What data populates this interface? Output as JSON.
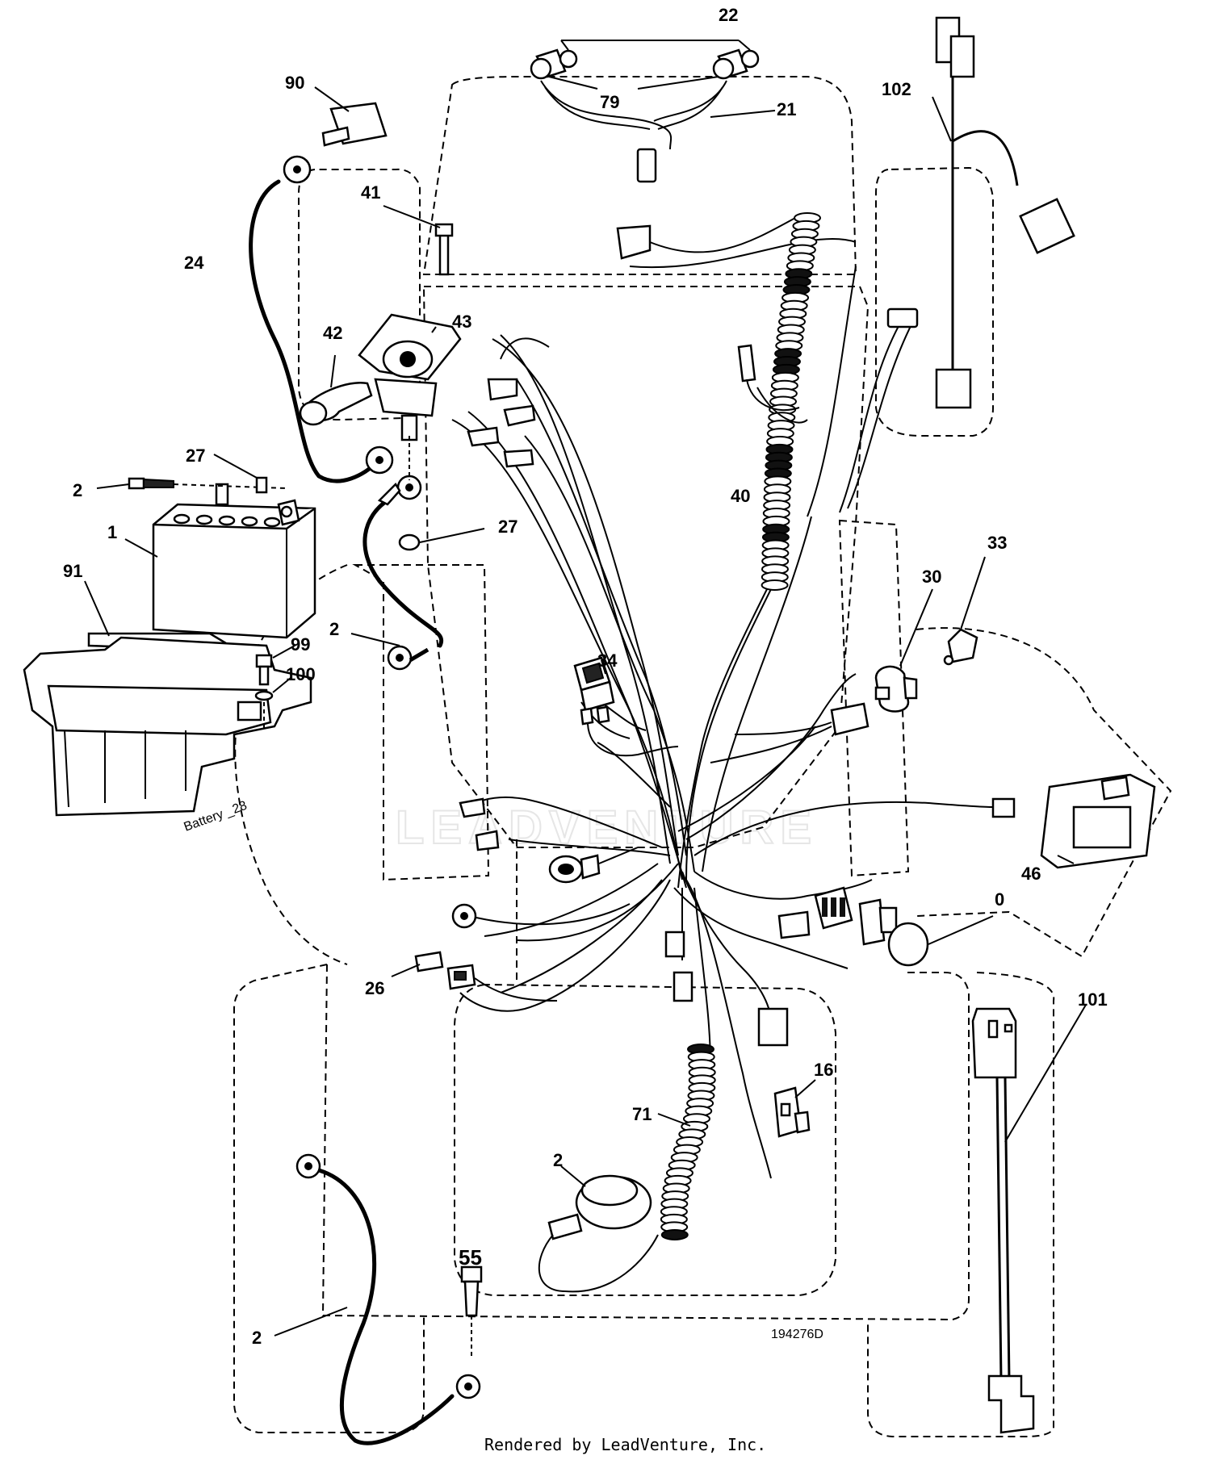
{
  "diagram": {
    "drawing_number": "194276D",
    "footer_text": "Rendered by LeadVenture, Inc.",
    "watermark_text": "LEADVENTURE",
    "battery_label": "Battery _28",
    "callouts": [
      {
        "id": "c22",
        "label": "22"
      },
      {
        "id": "c79",
        "label": "79"
      },
      {
        "id": "c21",
        "label": "21"
      },
      {
        "id": "c102",
        "label": "102"
      },
      {
        "id": "c90",
        "label": "90"
      },
      {
        "id": "c41",
        "label": "41"
      },
      {
        "id": "c24",
        "label": "24"
      },
      {
        "id": "c42",
        "label": "42"
      },
      {
        "id": "c43",
        "label": "43"
      },
      {
        "id": "c27a",
        "label": "27"
      },
      {
        "id": "c2a",
        "label": "2"
      },
      {
        "id": "c1",
        "label": "1"
      },
      {
        "id": "c27b",
        "label": "27"
      },
      {
        "id": "c40",
        "label": "40"
      },
      {
        "id": "c91",
        "label": "91"
      },
      {
        "id": "c33",
        "label": "33"
      },
      {
        "id": "c30",
        "label": "30"
      },
      {
        "id": "c2b",
        "label": "2"
      },
      {
        "id": "c99",
        "label": "99"
      },
      {
        "id": "c100",
        "label": "100"
      },
      {
        "id": "c34",
        "label": "34"
      },
      {
        "id": "c46",
        "label": "46"
      },
      {
        "id": "c0",
        "label": "0"
      },
      {
        "id": "c26",
        "label": "26"
      },
      {
        "id": "c101",
        "label": "101"
      },
      {
        "id": "c16",
        "label": "16"
      },
      {
        "id": "c71",
        "label": "71"
      },
      {
        "id": "c2c",
        "label": "2"
      },
      {
        "id": "c55",
        "label": "55"
      },
      {
        "id": "c2d",
        "label": "2"
      }
    ]
  }
}
